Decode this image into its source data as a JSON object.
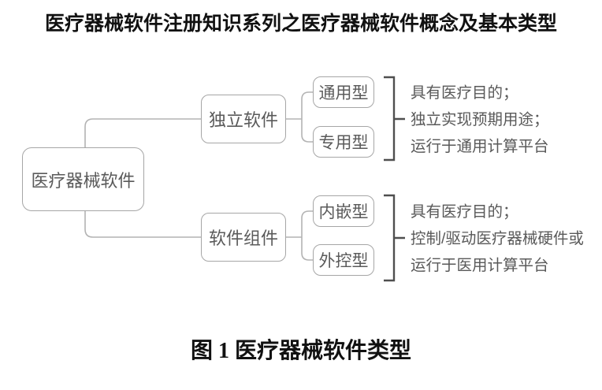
{
  "title": "医疗器械软件注册知识系列之医疗器械软件概念及基本类型",
  "caption": "图 1 医疗器械软件类型",
  "colors": {
    "background": "#ffffff",
    "box_border": "#a6a6a6",
    "connector": "#b3b3b3",
    "bracket": "#4f4f4f",
    "box_text": "#5a5a5a",
    "note_text": "#595959",
    "heading_text": "#111111"
  },
  "diagram": {
    "root": {
      "label": "医疗器械软件"
    },
    "branches": [
      {
        "label": "独立软件",
        "children": [
          {
            "label": "通用型"
          },
          {
            "label": "专用型"
          }
        ],
        "notes": [
          "具有医疗目的；",
          "独立实现预期用途；",
          "运行于通用计算平台"
        ]
      },
      {
        "label": "软件组件",
        "children": [
          {
            "label": "内嵌型"
          },
          {
            "label": "外控型"
          }
        ],
        "notes": [
          "具有医疗目的；",
          "控制/驱动医疗器械硬件或",
          "运行于医用计算平台"
        ]
      }
    ]
  }
}
